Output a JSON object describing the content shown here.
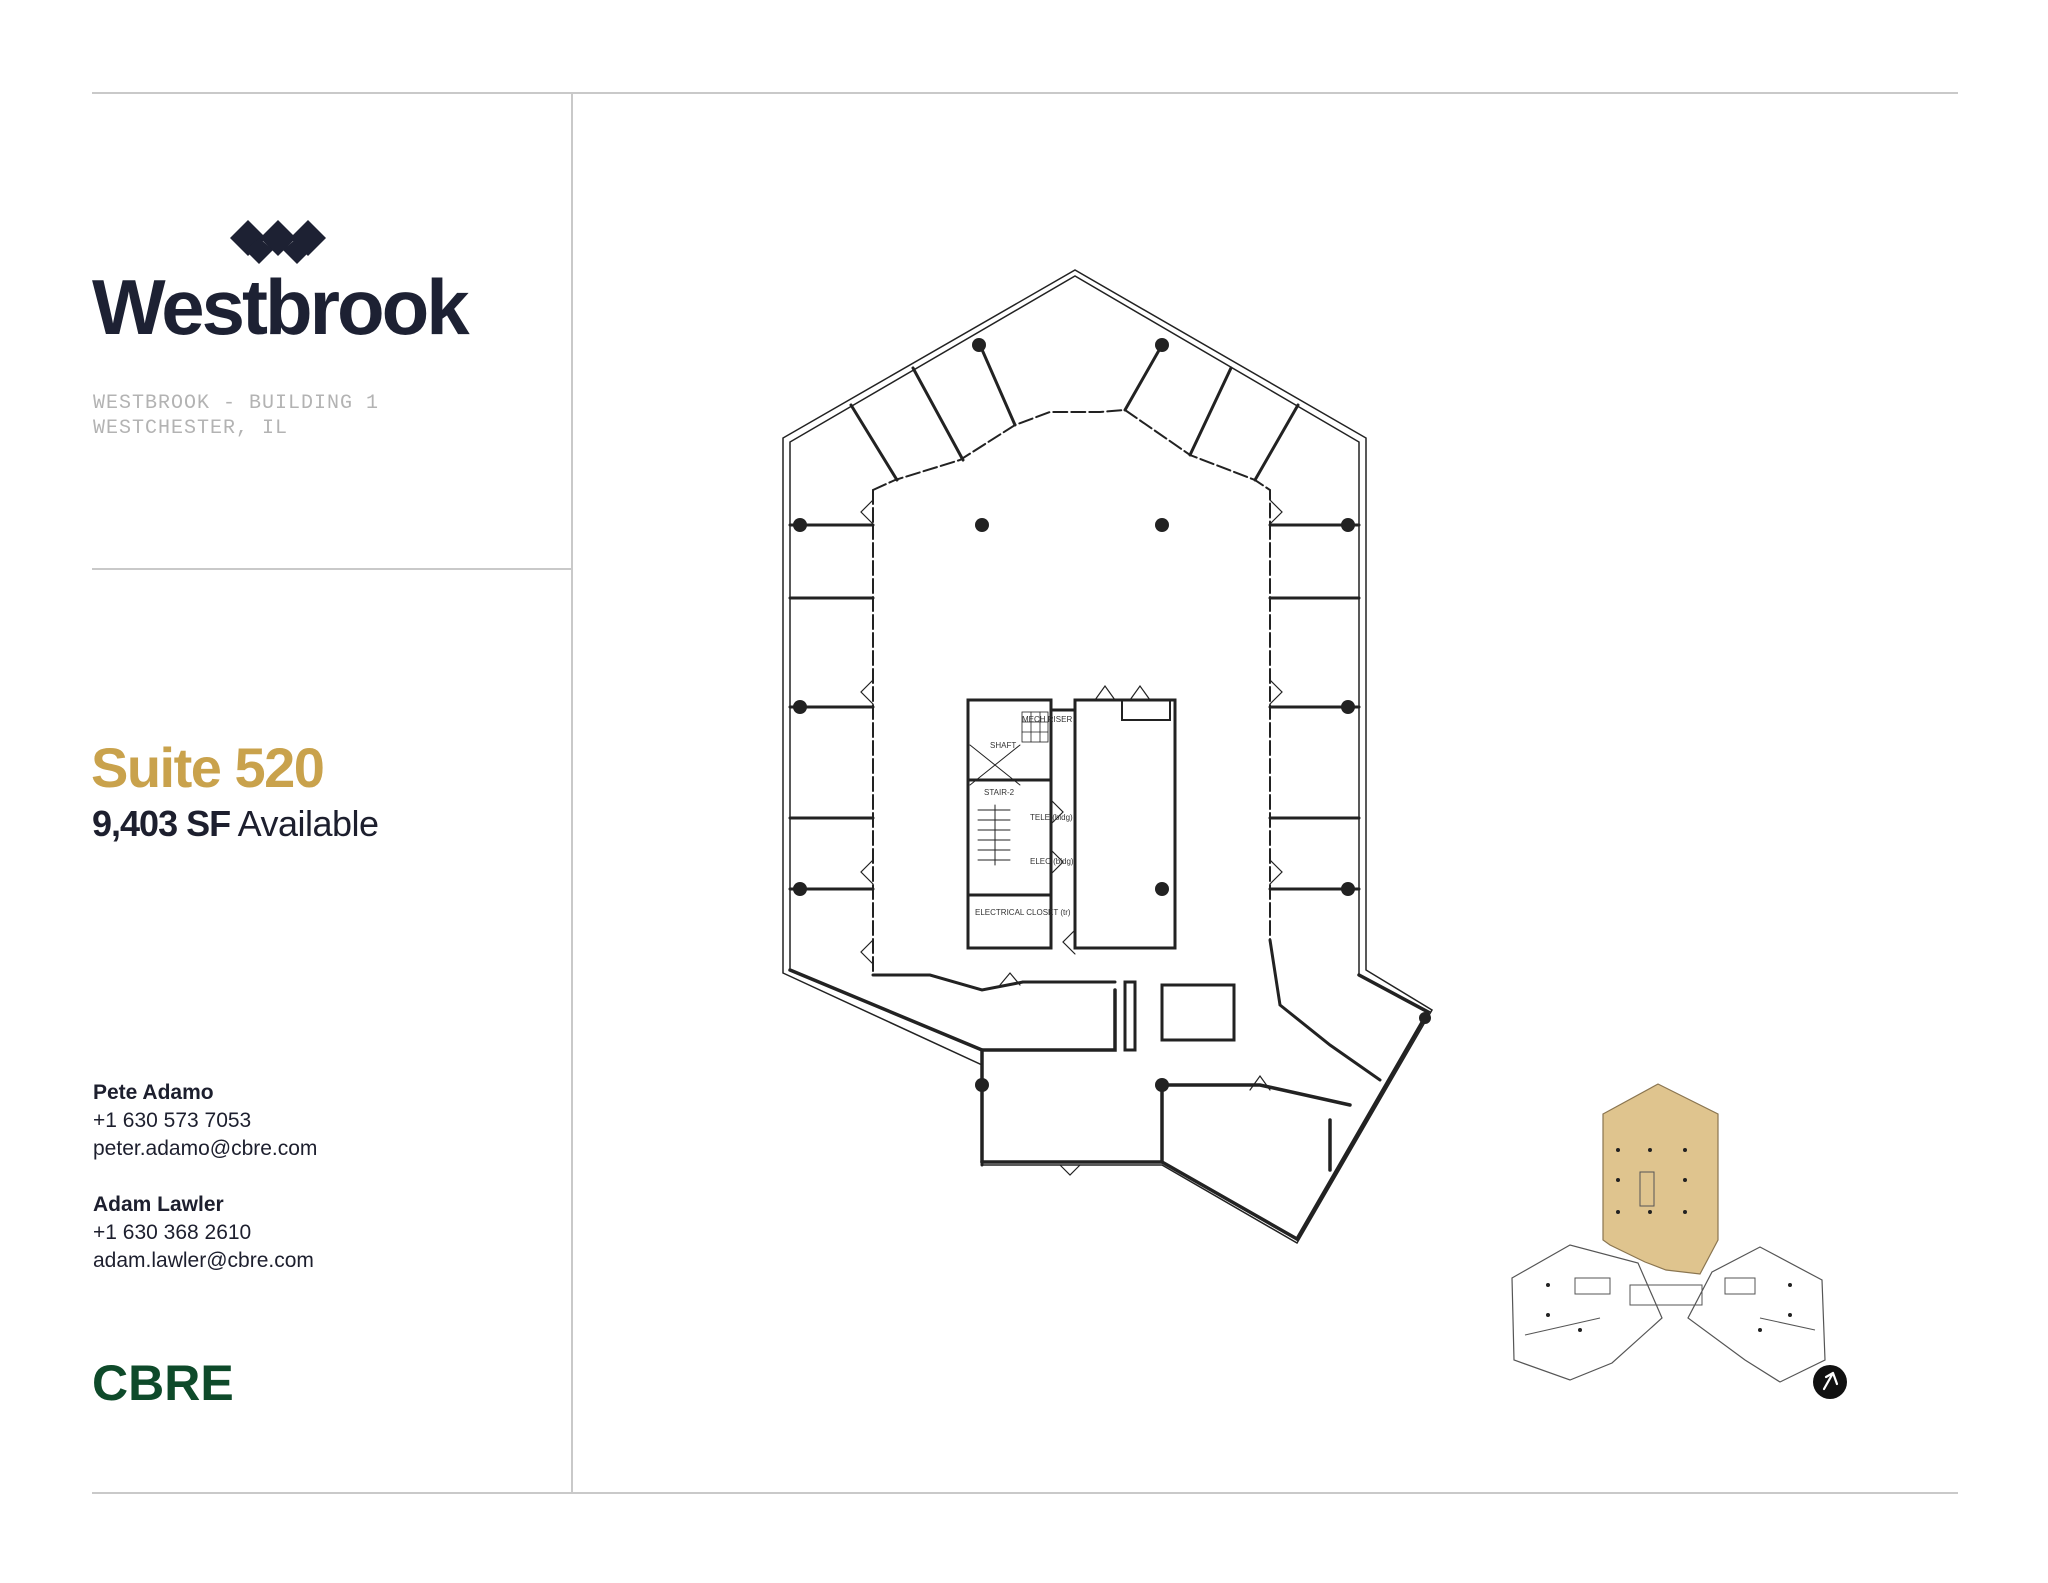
{
  "brand": {
    "name": "Westbrook",
    "logo_icon": "diamond-cluster-icon",
    "color": "#1d2133"
  },
  "property": {
    "address_line1": "WESTBROOK - BUILDING 1",
    "address_line2": "WESTCHESTER, IL"
  },
  "suite": {
    "title": "Suite 520",
    "area_value": "9,403 SF",
    "area_suffix": "Available",
    "accent_color": "#c9a24c"
  },
  "contacts": [
    {
      "name": "Pete Adamo",
      "phone": "+1 630 573 7053",
      "email": "peter.adamo@cbre.com"
    },
    {
      "name": "Adam Lawler",
      "phone": "+1 630 368 2610",
      "email": "adam.lawler@cbre.com"
    }
  ],
  "broker": {
    "name": "CBRE",
    "color": "#0e4a2a"
  },
  "floorplan": {
    "labels": {
      "mech_riser": "MECH RISER",
      "shaft": "SHAFT",
      "stair": "STAIR-2",
      "tele": "TELE (bldg)",
      "elec": "ELEC (bldg)",
      "electrical_closet": "ELECTRICAL CLOSET (tr)"
    }
  },
  "keyplan": {
    "highlight_color": "#dfc48e",
    "north_icon": "north-arrow-icon"
  }
}
